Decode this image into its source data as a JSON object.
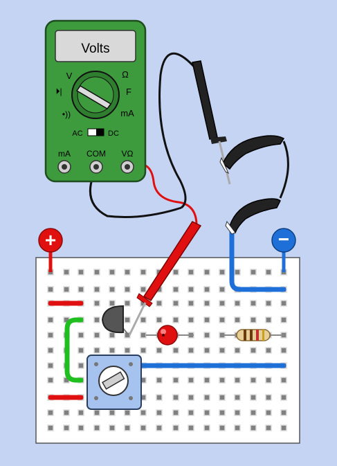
{
  "colors": {
    "background": "#c5d4f3",
    "meter_body": "#3d9a3d",
    "meter_outline": "#1e4e1e",
    "display": "#d9d9d9",
    "probe_red": "#e01010",
    "probe_black": "#222222",
    "wire_blue": "#1e6fd8",
    "wire_green": "#1fbf1f",
    "rail_plus": "#e01010",
    "rail_minus": "#1e6fd8",
    "led": "#e01010",
    "pot": "#a6c3f0",
    "breadboard": "#ffffff",
    "hole": "#808080"
  },
  "meter": {
    "display_text": "Volts",
    "dial_labels": {
      "volts": "V",
      "ohms": "Ω",
      "diode": "⏵|",
      "frequency": "F",
      "continuity": "•))",
      "milliamps": "mA"
    },
    "ac_label": "AC",
    "dc_label": "DC",
    "jacks": [
      "mA",
      "COM",
      "VΩ"
    ]
  },
  "rails": {
    "plus_symbol": "+",
    "minus_symbol": "−"
  },
  "icons": {
    "plus": "plus-terminal-icon",
    "minus": "minus-terminal-icon",
    "diode": "diode-icon",
    "continuity": "continuity-icon"
  }
}
